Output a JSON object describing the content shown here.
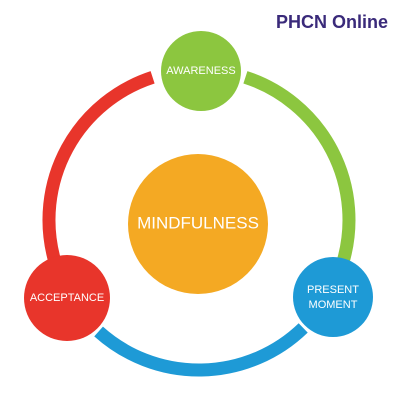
{
  "brand": {
    "text": "PHCN Online",
    "color": "#3a2a7a"
  },
  "diagram": {
    "center": {
      "label": "MINDFULNESS",
      "color": "#f4a923"
    },
    "nodes": [
      {
        "id": "awareness",
        "lines": [
          "AWARENESS"
        ],
        "color": "#8cc63f"
      },
      {
        "id": "present-moment",
        "lines": [
          "PRESENT",
          "MOMENT"
        ],
        "color": "#1e9ad6"
      },
      {
        "id": "acceptance",
        "lines": [
          "ACCEPTANCE"
        ],
        "color": "#e8352b"
      }
    ],
    "ring_colors": {
      "awareness_to_present": "#8cc63f",
      "present_to_acceptance": "#1e9ad6",
      "acceptance_to_awareness": "#e8352b"
    }
  }
}
